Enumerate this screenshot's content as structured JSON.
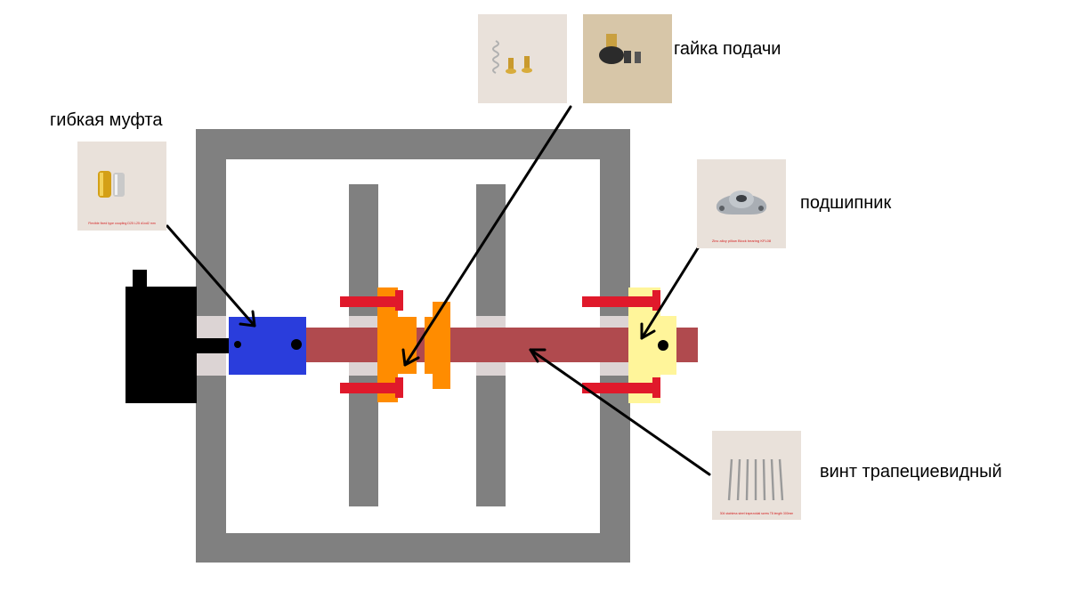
{
  "labels": {
    "coupling": "гибкая муфта",
    "feed_nut": "гайка подачи",
    "bearing": "подшипник",
    "lead_screw": "винт трапециевидный"
  },
  "photo_captions": {
    "coupling": "Flexible fixed type coupling D25 L25 d1xd2 mm",
    "bearing": "Zinc alloy pillow Block bearing KFL08",
    "lead_screw": "304 stainless steel trapezoidal screw T8 length 300mm"
  },
  "colors": {
    "frame": "#808080",
    "motor": "#000000",
    "coupling": "#2a3ddc",
    "screw": "#b04a4e",
    "nut": "#ff8c00",
    "bearing": "#fff59a",
    "bolts": "#e0192b",
    "bushing": "#dcd4d4",
    "photo_bg": "#e9e1da"
  }
}
